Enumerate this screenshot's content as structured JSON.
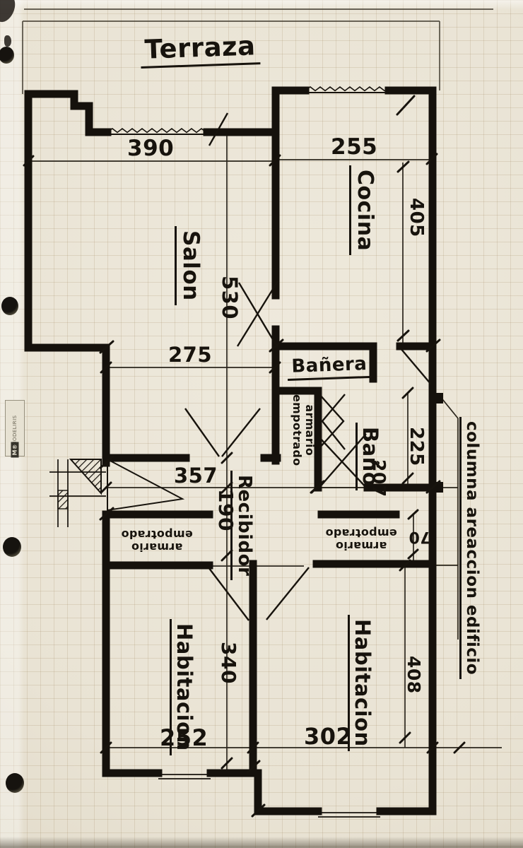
{
  "floor_plan": {
    "title": "Terraza",
    "rooms": {
      "terraza": {
        "label": "Terraza"
      },
      "cocina": {
        "label": "Cocina",
        "width_cm": "255",
        "depth_cm": "405"
      },
      "salon": {
        "label": "Salon",
        "width_cm": "390",
        "depth_cm": "530",
        "lower_width_cm": "275"
      },
      "banera": {
        "label": "Bañera"
      },
      "bano": {
        "label": "Baño",
        "width_cm": "207",
        "depth_cm": "225"
      },
      "recibidor": {
        "label": "Recibidor",
        "width_cm": "357",
        "depth_cm": "190"
      },
      "armario_recibidor": {
        "line1": "armario",
        "line2": "empotrado"
      },
      "armario_izquierdo": {
        "line1": "armario",
        "line2": "empotrado"
      },
      "armario_derecho": {
        "line1": "armario",
        "line2": "empotrado",
        "depth_cm": "70"
      },
      "habitacion_izquierda": {
        "label": "Habitacion",
        "width_cm": "252",
        "depth_cm": "340"
      },
      "habitacion_derecha": {
        "label": "Habitacion",
        "width_cm": "302",
        "depth_cm": "408"
      }
    },
    "annotations": {
      "columna": "columna areaccion edificio"
    },
    "watermark": {
      "logo": "M®",
      "name": "MODELIRIS"
    },
    "colors": {
      "paper": "#ebe6d8",
      "ink": "#17130d"
    }
  }
}
